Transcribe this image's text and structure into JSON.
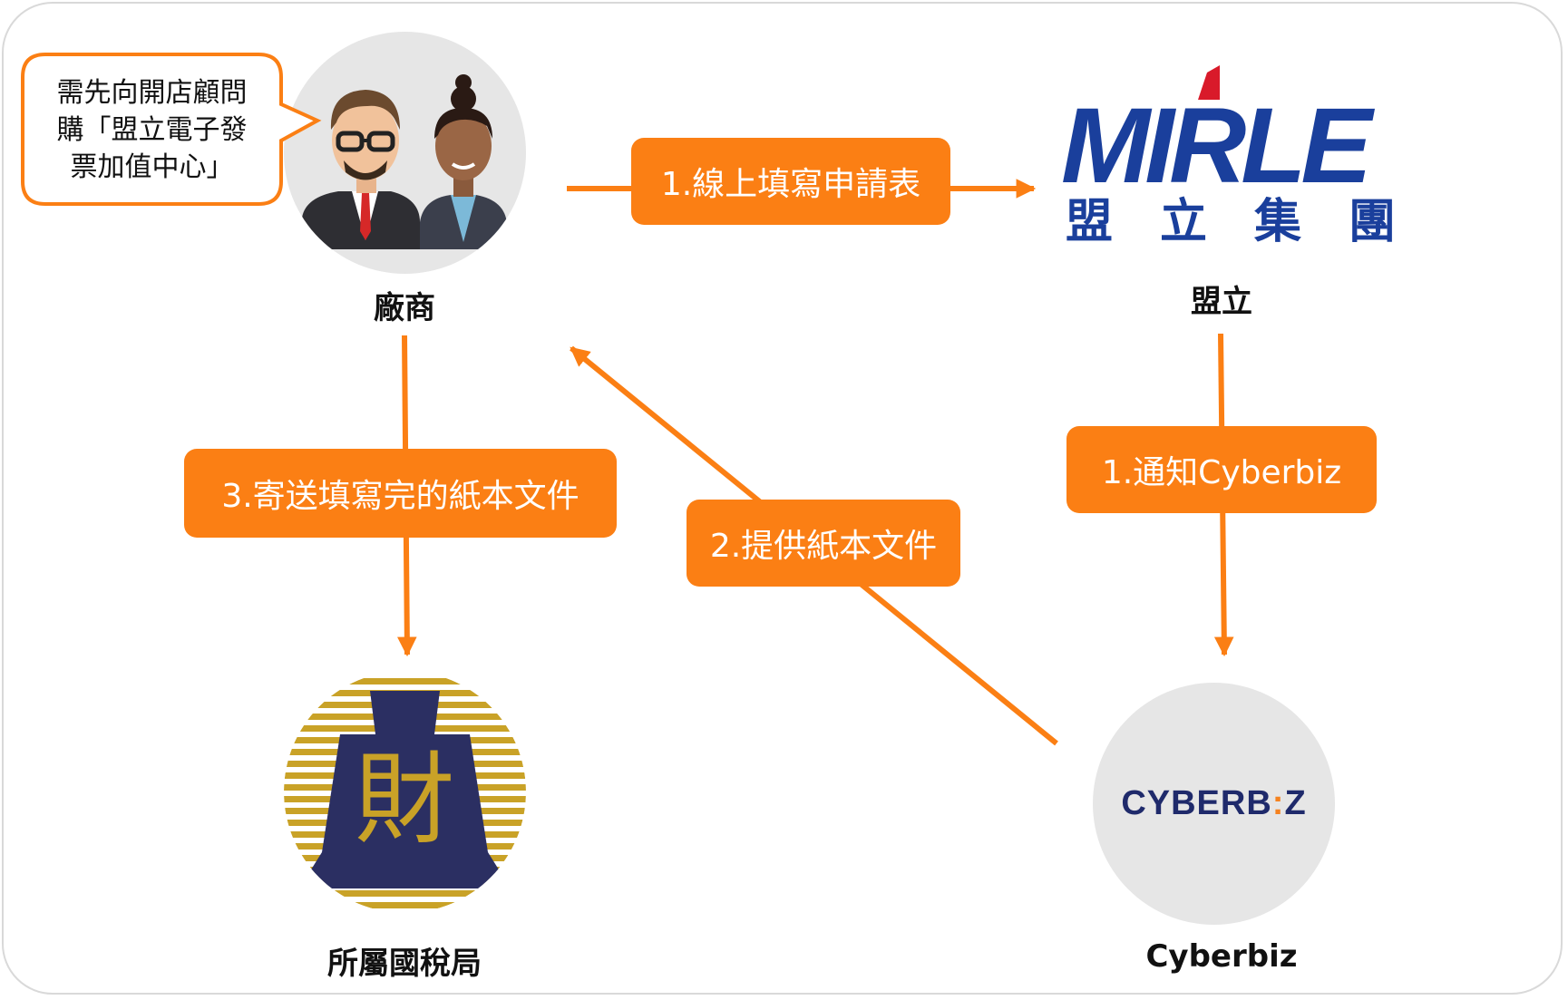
{
  "nodes": {
    "vendor": {
      "label": "廠商"
    },
    "mirle": {
      "label": "盟立",
      "logo_word": "MIRLE",
      "logo_subtitle": "盟　立　集　團"
    },
    "tax": {
      "label": "所屬國稅局",
      "emblem_char": "財"
    },
    "cyberbiz": {
      "label": "Cyberbiz",
      "logo_word": "CYBERB:Z"
    }
  },
  "speech_bubble": {
    "text": "需先向開店顧問\n購「盟立電子發\n票加值中心」"
  },
  "steps": {
    "apply": "1.線上填寫申請表",
    "notify": "1.通知Cyberbiz",
    "provide": "2.提供紙本文件",
    "mail": "3.寄送填寫完的紙本文件"
  },
  "colors": {
    "accent": "#fb7f14",
    "mirle_blue": "#1a3f9c",
    "mirle_red": "#d91a2a",
    "tax_navy": "#2b2f62",
    "tax_gold": "#c9a227",
    "cyberbiz_navy": "#1f2a6b",
    "cyberbiz_orange": "#f5821f"
  }
}
